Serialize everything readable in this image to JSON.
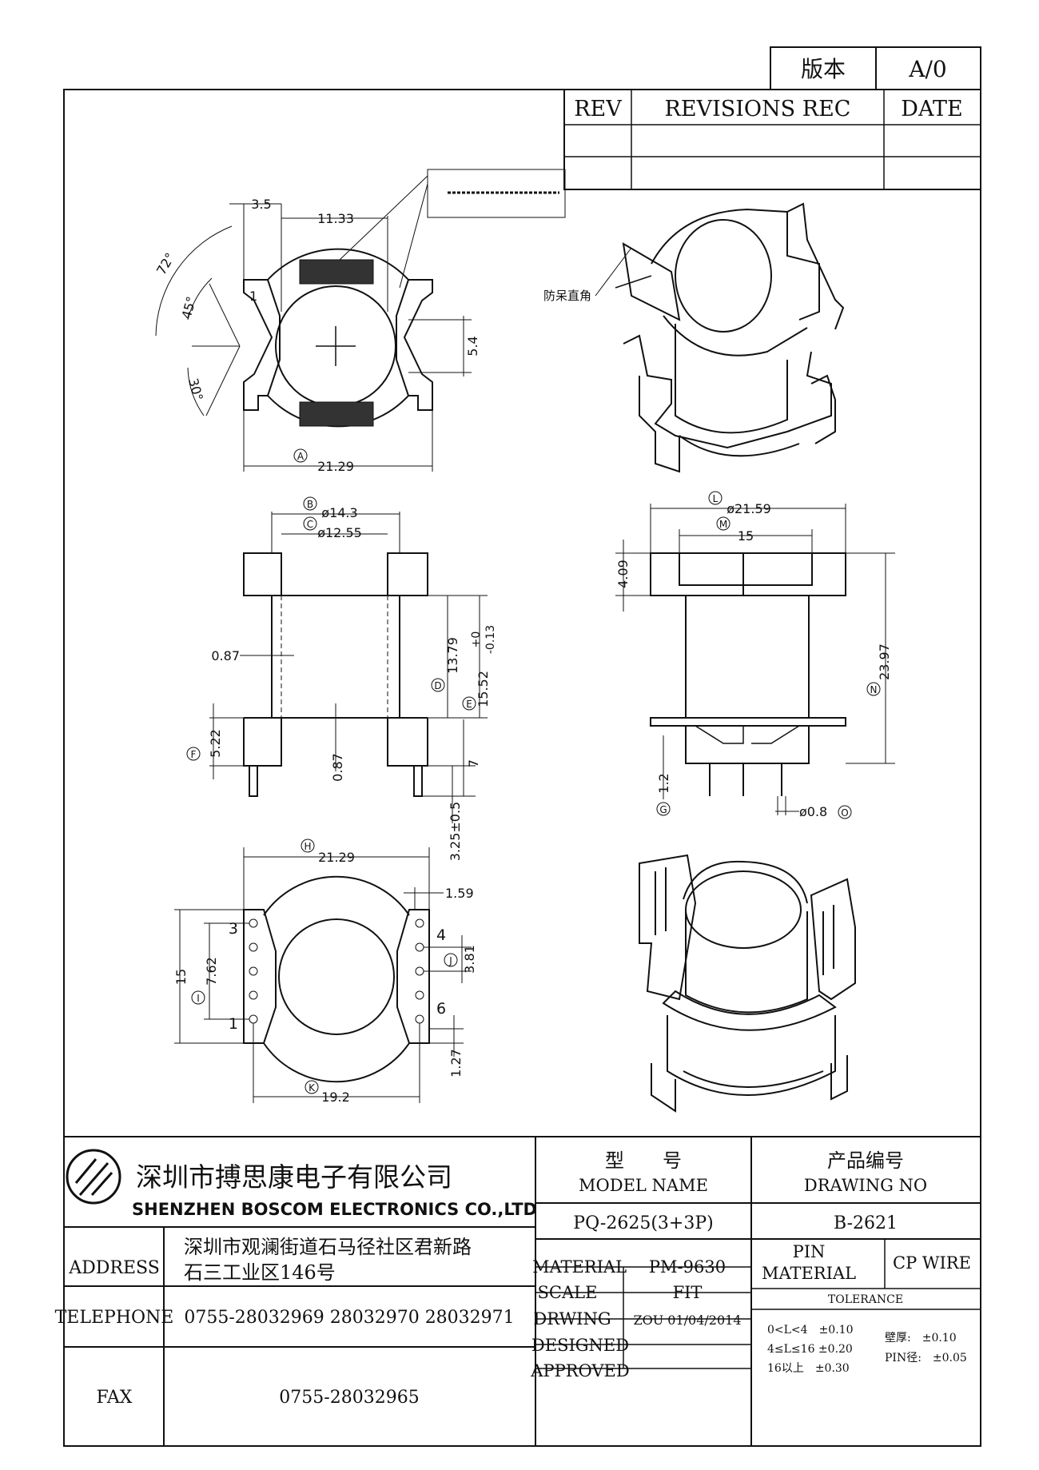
{
  "revision_block": {
    "version_label": "版本",
    "version_value": "A/0",
    "rev_header": "REV",
    "revisions_header": "REVISIONS REC",
    "date_header": "DATE"
  },
  "drawing_notes": {
    "chamfer_note": "防呆直角"
  },
  "top_view": {
    "dims": {
      "d_3_5": "3.5",
      "d_11_33": "11.33",
      "d_5_4": "5.4",
      "d_21_29": "21.29",
      "ang_72": "72°",
      "ang_45": "45°",
      "ang_30": "30°",
      "pin_mark": "1"
    },
    "markers": {
      "a": "A"
    }
  },
  "front_view": {
    "dims": {
      "d_14_3": "ø14.3",
      "d_12_55": "ø12.55",
      "d_0_87_a": "0.87",
      "d_13_79": "13.79",
      "d_15_52": "15.52",
      "tol_plus": "+0",
      "tol_minus": "-0.13",
      "d_5_22": "5.22",
      "d_0_87_b": "0.87",
      "d_7": "7",
      "d_3_25": "3.25±0.5"
    },
    "markers": {
      "b": "B",
      "c": "C",
      "d": "D",
      "e": "E",
      "f": "F"
    }
  },
  "side_view": {
    "dims": {
      "d_21_59": "ø21.59",
      "d_15": "15",
      "d_4_09": "4.09",
      "d_23_97": "23.97",
      "d_1_2": "1.2",
      "d_0_8": "ø0.8"
    },
    "markers": {
      "l": "L",
      "m": "M",
      "n": "N",
      "g": "G",
      "o": "O"
    }
  },
  "bottom_view": {
    "dims": {
      "d_21_29": "21.29",
      "d_1_59": "1.59",
      "d_15": "15",
      "d_7_62": "7.62",
      "d_3_81": "3.81",
      "d_1_27": "1.27",
      "d_19_2": "19.2"
    },
    "pins": {
      "p3": "3",
      "p1": "1",
      "p4": "4",
      "p6": "6"
    },
    "markers": {
      "h": "H",
      "i": "I",
      "j": "J",
      "k": "K"
    }
  },
  "title_block": {
    "company_cn": "深圳市搏思康电子有限公司",
    "company_en": "SHENZHEN BOSCOM ELECTRONICS CO.,LTD",
    "address_label": "ADDRESS",
    "address_line1": "深圳市观澜街道石马径社区君新路",
    "address_line2": "石三工业区146号",
    "telephone_label": "TELEPHONE",
    "telephone_value": "0755-28032969 28032970 28032971",
    "fax_label": "FAX",
    "fax_value": "0755-28032965",
    "model_cn": "型　　号",
    "model_en": "MODEL NAME",
    "model_value": "PQ-2625(3+3P)",
    "drawing_no_cn": "产品编号",
    "drawing_no_en": "DRAWING NO",
    "drawing_no_value": "B-2621",
    "material_label": "MATERIAL",
    "material_value": "PM-9630",
    "pin_material_label_1": "PIN",
    "pin_material_label_2": "MATERIAL",
    "pin_material_value": "CP WIRE",
    "scale_label": "SCALE",
    "scale_value": "FIT",
    "drawing_label": "DRWING",
    "drawing_value": "ZOU 01/04/2014",
    "designed_label": "DESIGNED",
    "approved_label": "APPROVED",
    "tolerance_label": "TOLERANCE",
    "tol_row1": "0<L<4　±0.10",
    "tol_row2": "4≤L≤16 ±0.20",
    "tol_row3": "16以上　±0.30",
    "wall_tol": "壁厚:　±0.10",
    "pin_tol": "PIN径:　±0.05"
  }
}
